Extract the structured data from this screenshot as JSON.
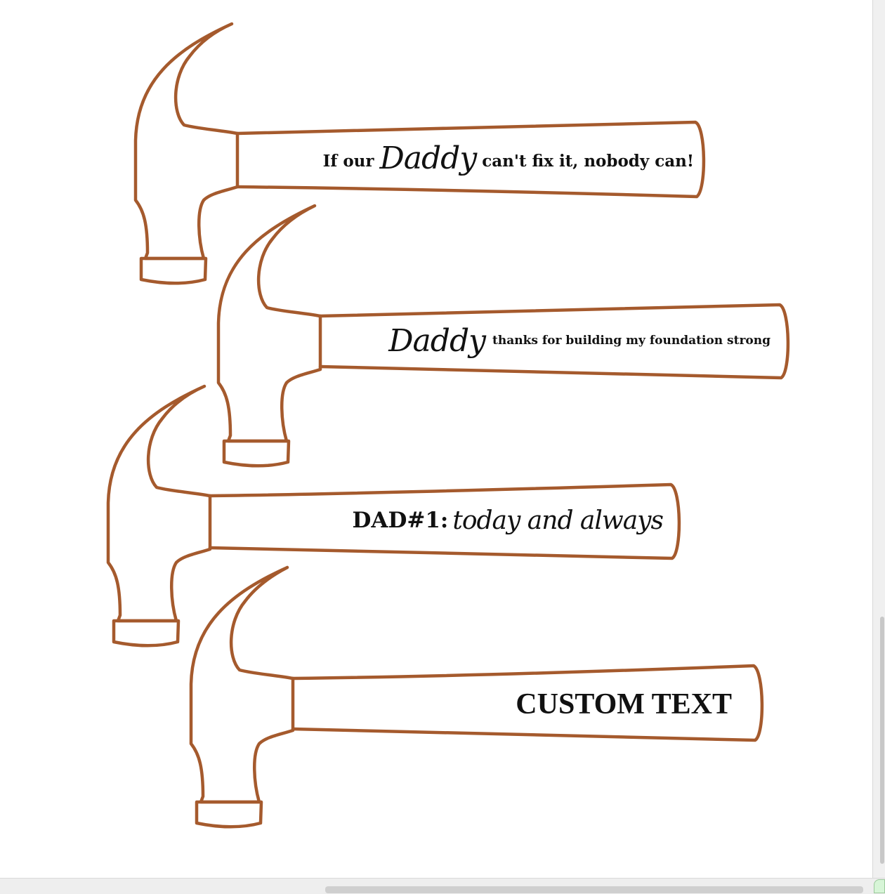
{
  "design": {
    "stroke_color": "#a55a2d",
    "text_color": "#111111",
    "hammers": [
      {
        "id": "hammer-1",
        "text_before": "If our",
        "script_word": "Daddy",
        "text_after": "can't fix it, nobody can!"
      },
      {
        "id": "hammer-2",
        "text_before": "",
        "script_word": "Daddy",
        "text_after": "thanks for building my foundation strong"
      },
      {
        "id": "hammer-3",
        "text_before": "DAD#1:",
        "script_word": "today and always",
        "text_after": ""
      },
      {
        "id": "hammer-4",
        "text_before": "CUSTOM TEXT",
        "script_word": "",
        "text_after": ""
      }
    ]
  },
  "scrollbars": {
    "vertical": "scrollbar-vertical",
    "horizontal": "scrollbar-horizontal"
  }
}
